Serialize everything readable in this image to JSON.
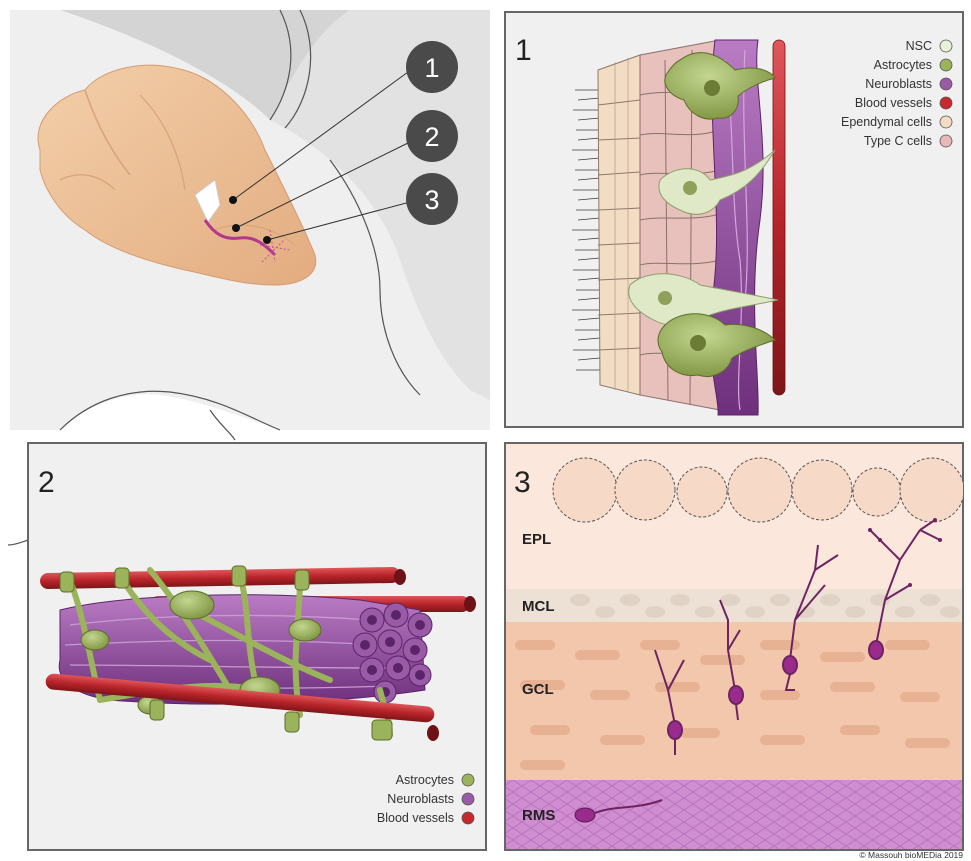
{
  "callouts": [
    "1",
    "2",
    "3"
  ],
  "panel1": {
    "number": "1",
    "legend": [
      {
        "label": "NSC",
        "color": "#e8f2d8"
      },
      {
        "label": "Astrocytes",
        "color": "#9bb35a"
      },
      {
        "label": "Neuroblasts",
        "color": "#9a5ba6"
      },
      {
        "label": "Blood vessels",
        "color": "#c8292e"
      },
      {
        "label": "Ependymal cells",
        "color": "#f2dcc3"
      },
      {
        "label": "Type C cells",
        "color": "#e8b7b7"
      }
    ]
  },
  "panel2": {
    "number": "2",
    "legend": [
      {
        "label": "Astrocytes",
        "color": "#9bb35a"
      },
      {
        "label": "Neuroblasts",
        "color": "#9a5ba6"
      },
      {
        "label": "Blood vessels",
        "color": "#c8292e"
      }
    ]
  },
  "panel3": {
    "number": "3",
    "layers": [
      "EPL",
      "MCL",
      "GCL",
      "RMS"
    ]
  },
  "copyright": "© Massouh bioMEDia 2019"
}
